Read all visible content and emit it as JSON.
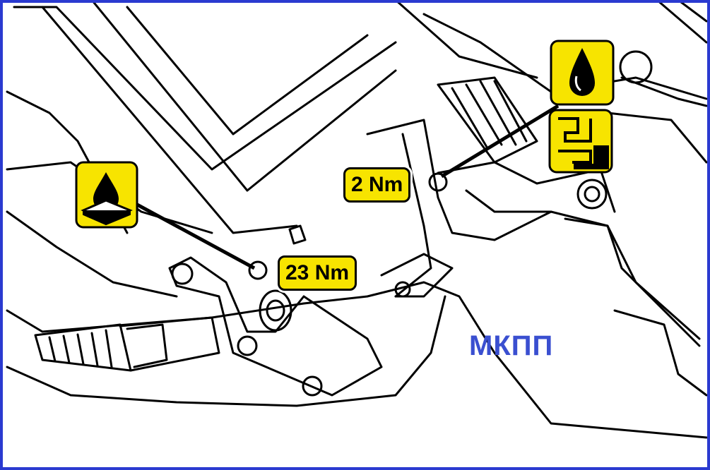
{
  "labels": {
    "torque_small": "2 Nm",
    "torque_large": "23 Nm",
    "gearbox": "МКПП"
  },
  "colors": {
    "frame": "#2a3ad0",
    "callout_fill": "#f7e400",
    "title": "#3a4fd0",
    "line": "#000000"
  },
  "icons": [
    "sealant-surface-icon",
    "oil-drop-icon",
    "pipe-fitting-icon"
  ]
}
